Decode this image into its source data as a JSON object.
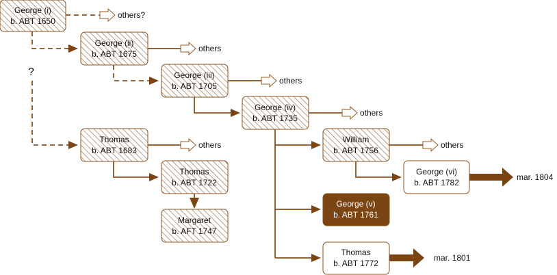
{
  "people": {
    "george_i": {
      "name": "George (i)",
      "date": "b. ABT 1650"
    },
    "george_ii": {
      "name": "George (ii)",
      "date": "b. ABT 1675"
    },
    "george_iii": {
      "name": "George (iii)",
      "date": "b. ABT 1705"
    },
    "george_iv": {
      "name": "George (iv)",
      "date": "b. ABT 1735"
    },
    "thomas_1683": {
      "name": "Thomas",
      "date": "b. ABT 1683"
    },
    "thomas_1722": {
      "name": "Thomas",
      "date": "b. ABT 1722"
    },
    "margaret": {
      "name": "Margaret",
      "date": "b. AFT 1747"
    },
    "william": {
      "name": "William",
      "date": "b. ABT 1756"
    },
    "george_vi": {
      "name": "George (vi)",
      "date": "b. ABT 1782"
    },
    "george_v": {
      "name": "George (v)",
      "date": "b. ABT 1761"
    },
    "thomas_1772": {
      "name": "Thomas",
      "date": "b. ABT 1772"
    }
  },
  "labels": {
    "others_question": "others?",
    "others": "others",
    "unknown_link": "?",
    "marriage_1804": "mar. 1804",
    "marriage_1801": "mar. 1801"
  },
  "colors": {
    "line": "#8a4f1c",
    "highlight_fill": "#7b4513",
    "hatch": "#9a6a3c"
  }
}
